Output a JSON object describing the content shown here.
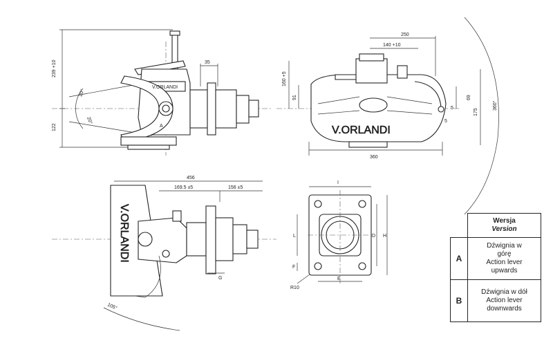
{
  "drawing": {
    "brand_text": "V.ORLANDI",
    "small_brand_text": "V.ORLANDI",
    "view_a": {
      "dims": {
        "overall_height": "239 +10",
        "lower_height": "122",
        "flange_width": "35",
        "angle_up": "20°",
        "angle_down": "20°",
        "letter_a": "A"
      }
    },
    "view_b": {
      "dims": {
        "length_250": "250",
        "length_140": "140 +10",
        "height_160": "160 +5",
        "height_91": "91",
        "height_69": "69",
        "height_175": "175",
        "dim_5a": "5",
        "dim_5b": "5",
        "width_360": "360",
        "rotation": "360°"
      }
    },
    "view_c": {
      "dims": {
        "length_456": "456",
        "length_169": "169.5 ±5",
        "length_156": "156 ±5",
        "letter_g": "G",
        "rotation": "105°"
      }
    },
    "flange": {
      "dims": {
        "I": "I",
        "L": "L",
        "D": "D",
        "H": "H",
        "F": "F",
        "E": "E",
        "R": "R10"
      }
    }
  },
  "version_table": {
    "header_pl": "Wersja",
    "header_en": "Version",
    "rows": [
      {
        "letter": "A",
        "lines": [
          "Dźwignia w",
          "górę",
          "Action lever",
          "upwards"
        ]
      },
      {
        "letter": "B",
        "lines": [
          "Dźwignia w dół",
          "Action lever",
          "downwards"
        ]
      }
    ]
  }
}
